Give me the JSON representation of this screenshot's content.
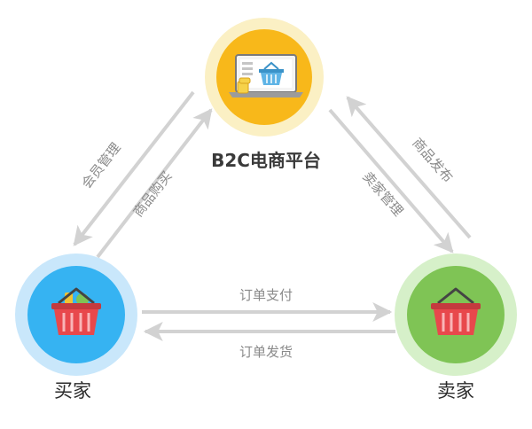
{
  "nodes": {
    "platform": {
      "label": "B2C电商平台",
      "icon": "laptop-shopping-basket-icon"
    },
    "buyer": {
      "label": "买家",
      "icon": "shopping-basket-icon"
    },
    "seller": {
      "label": "卖家",
      "icon": "shopping-basket-icon"
    }
  },
  "edges": {
    "member_management": "会员管理",
    "product_purchase": "商品购买",
    "product_release": "商品发布",
    "seller_management": "卖家管理",
    "order_payment": "订单支付",
    "order_shipment": "订单发货"
  },
  "colors": {
    "platform_outer": "#fbf0c4",
    "platform_inner": "#f8b81a",
    "buyer_outer": "#c9e7fb",
    "buyer_inner": "#36b3f2",
    "seller_outer": "#d6f0c9",
    "seller_inner": "#7fc455",
    "basket": "#e8484c",
    "arrow": "#d2d2d2"
  }
}
